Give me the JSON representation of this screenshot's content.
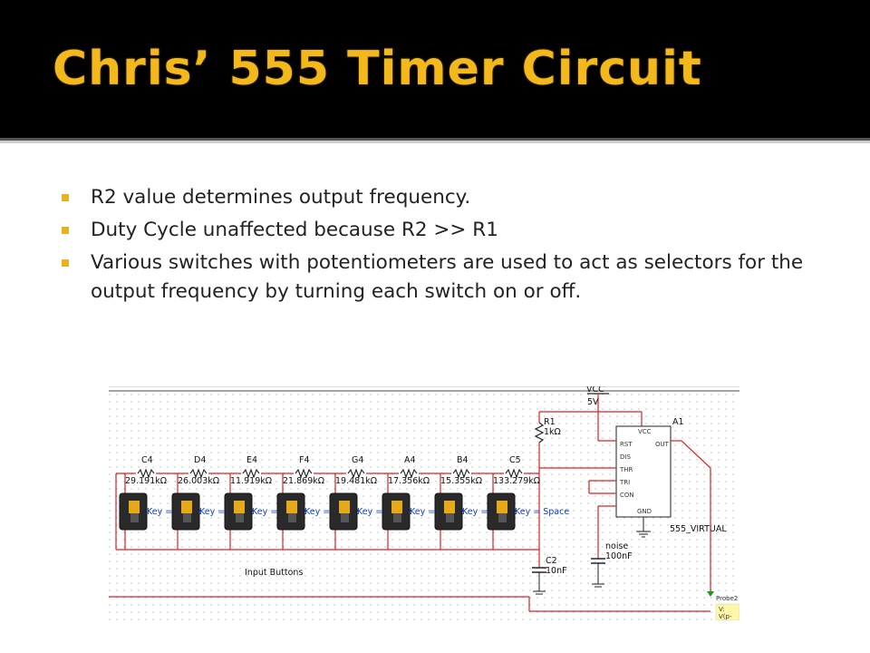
{
  "slide": {
    "title": "Chris’ 555 Timer Circuit",
    "bullets": [
      "R2 value determines output frequency.",
      "Duty Cycle unaffected because R2 >> R1",
      "Various switches with potentiometers are used to act as selectors for the output frequency by turning each switch on or off."
    ],
    "colors": {
      "title": "#f2b81c",
      "bullet": "#e8b320",
      "background_top": "#000000",
      "wire": "#e02020"
    }
  },
  "schematic": {
    "supply_label": "VCC",
    "supply_value": "5V",
    "r1_name": "R1",
    "r1_value": "1kΩ",
    "ic_name": "A1",
    "ic_part": "555_VIRTUAL",
    "ic_pins_left": [
      "RST",
      "DIS",
      "THR",
      "TRI",
      "CON"
    ],
    "ic_pin_right": "OUT",
    "ic_pin_gnd": "GND",
    "ic_pin_vcc": "VCC",
    "notes": [
      "C4",
      "D4",
      "E4",
      "F4",
      "G4",
      "A4",
      "B4",
      "C5"
    ],
    "resistor_values": [
      "29.191kΩ",
      "26.003kΩ",
      "11.919kΩ",
      "21.869kΩ",
      "19.481kΩ",
      "17.356kΩ",
      "15.355kΩ",
      "133.279kΩ"
    ],
    "key_labels": [
      "Key = Space",
      "Key = Space",
      "Key = Space",
      "Key = Space",
      "Key = Space",
      "Key = Space",
      "Key = Space",
      "Key = Space"
    ],
    "c2_name": "C2",
    "c2_value": "10nF",
    "noise_name": "noise",
    "noise_value": "100nF",
    "input_buttons_label": "Input Buttons",
    "probe_label": "Probe2",
    "probe_readout": [
      "V:",
      "V(p-"
    ]
  }
}
